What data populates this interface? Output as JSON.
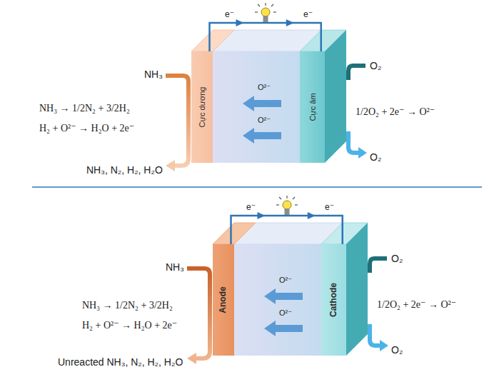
{
  "diagram": {
    "nodes": [
      {
        "text": [
          "Cực dương"
        ]
      },
      {
        "text": [
          "Cực âm"
        ]
      },
      {
        "text": [
          "Anode"
        ]
      },
      {
        "text": [
          "Cathode"
        ]
      }
    ],
    "edges": [
      {
        "from": 0,
        "to": 1,
        "arrow": "to",
        "label": "e⁻"
      },
      {
        "from": 2,
        "to": 3,
        "arrow": "to",
        "label": "e⁻"
      }
    ],
    "labels": [
      "NH₃",
      "NH₃ → 1/2N₂ + 3/2H₂",
      "H₂ + O²⁻ → H₂O + 2e⁻",
      "NH₃, N₂, H₂, H₂O",
      "e⁻",
      "O²⁻",
      "O²⁻",
      "O₂",
      "O₂",
      "1/2O₂ + 2e⁻ → O²⁻",
      "NH₃",
      "NH₃ → 1/2N₂ + 3/2H₂",
      "H₂ + O²⁻ → H₂O + 2e⁻",
      "Unreacted NH₃, N₂, H₂, H₂O",
      "e⁻",
      "O²⁻",
      "O²⁻",
      "O₂",
      "O₂",
      "1/2O₂ + 2e⁻ → O²⁻"
    ]
  }
}
